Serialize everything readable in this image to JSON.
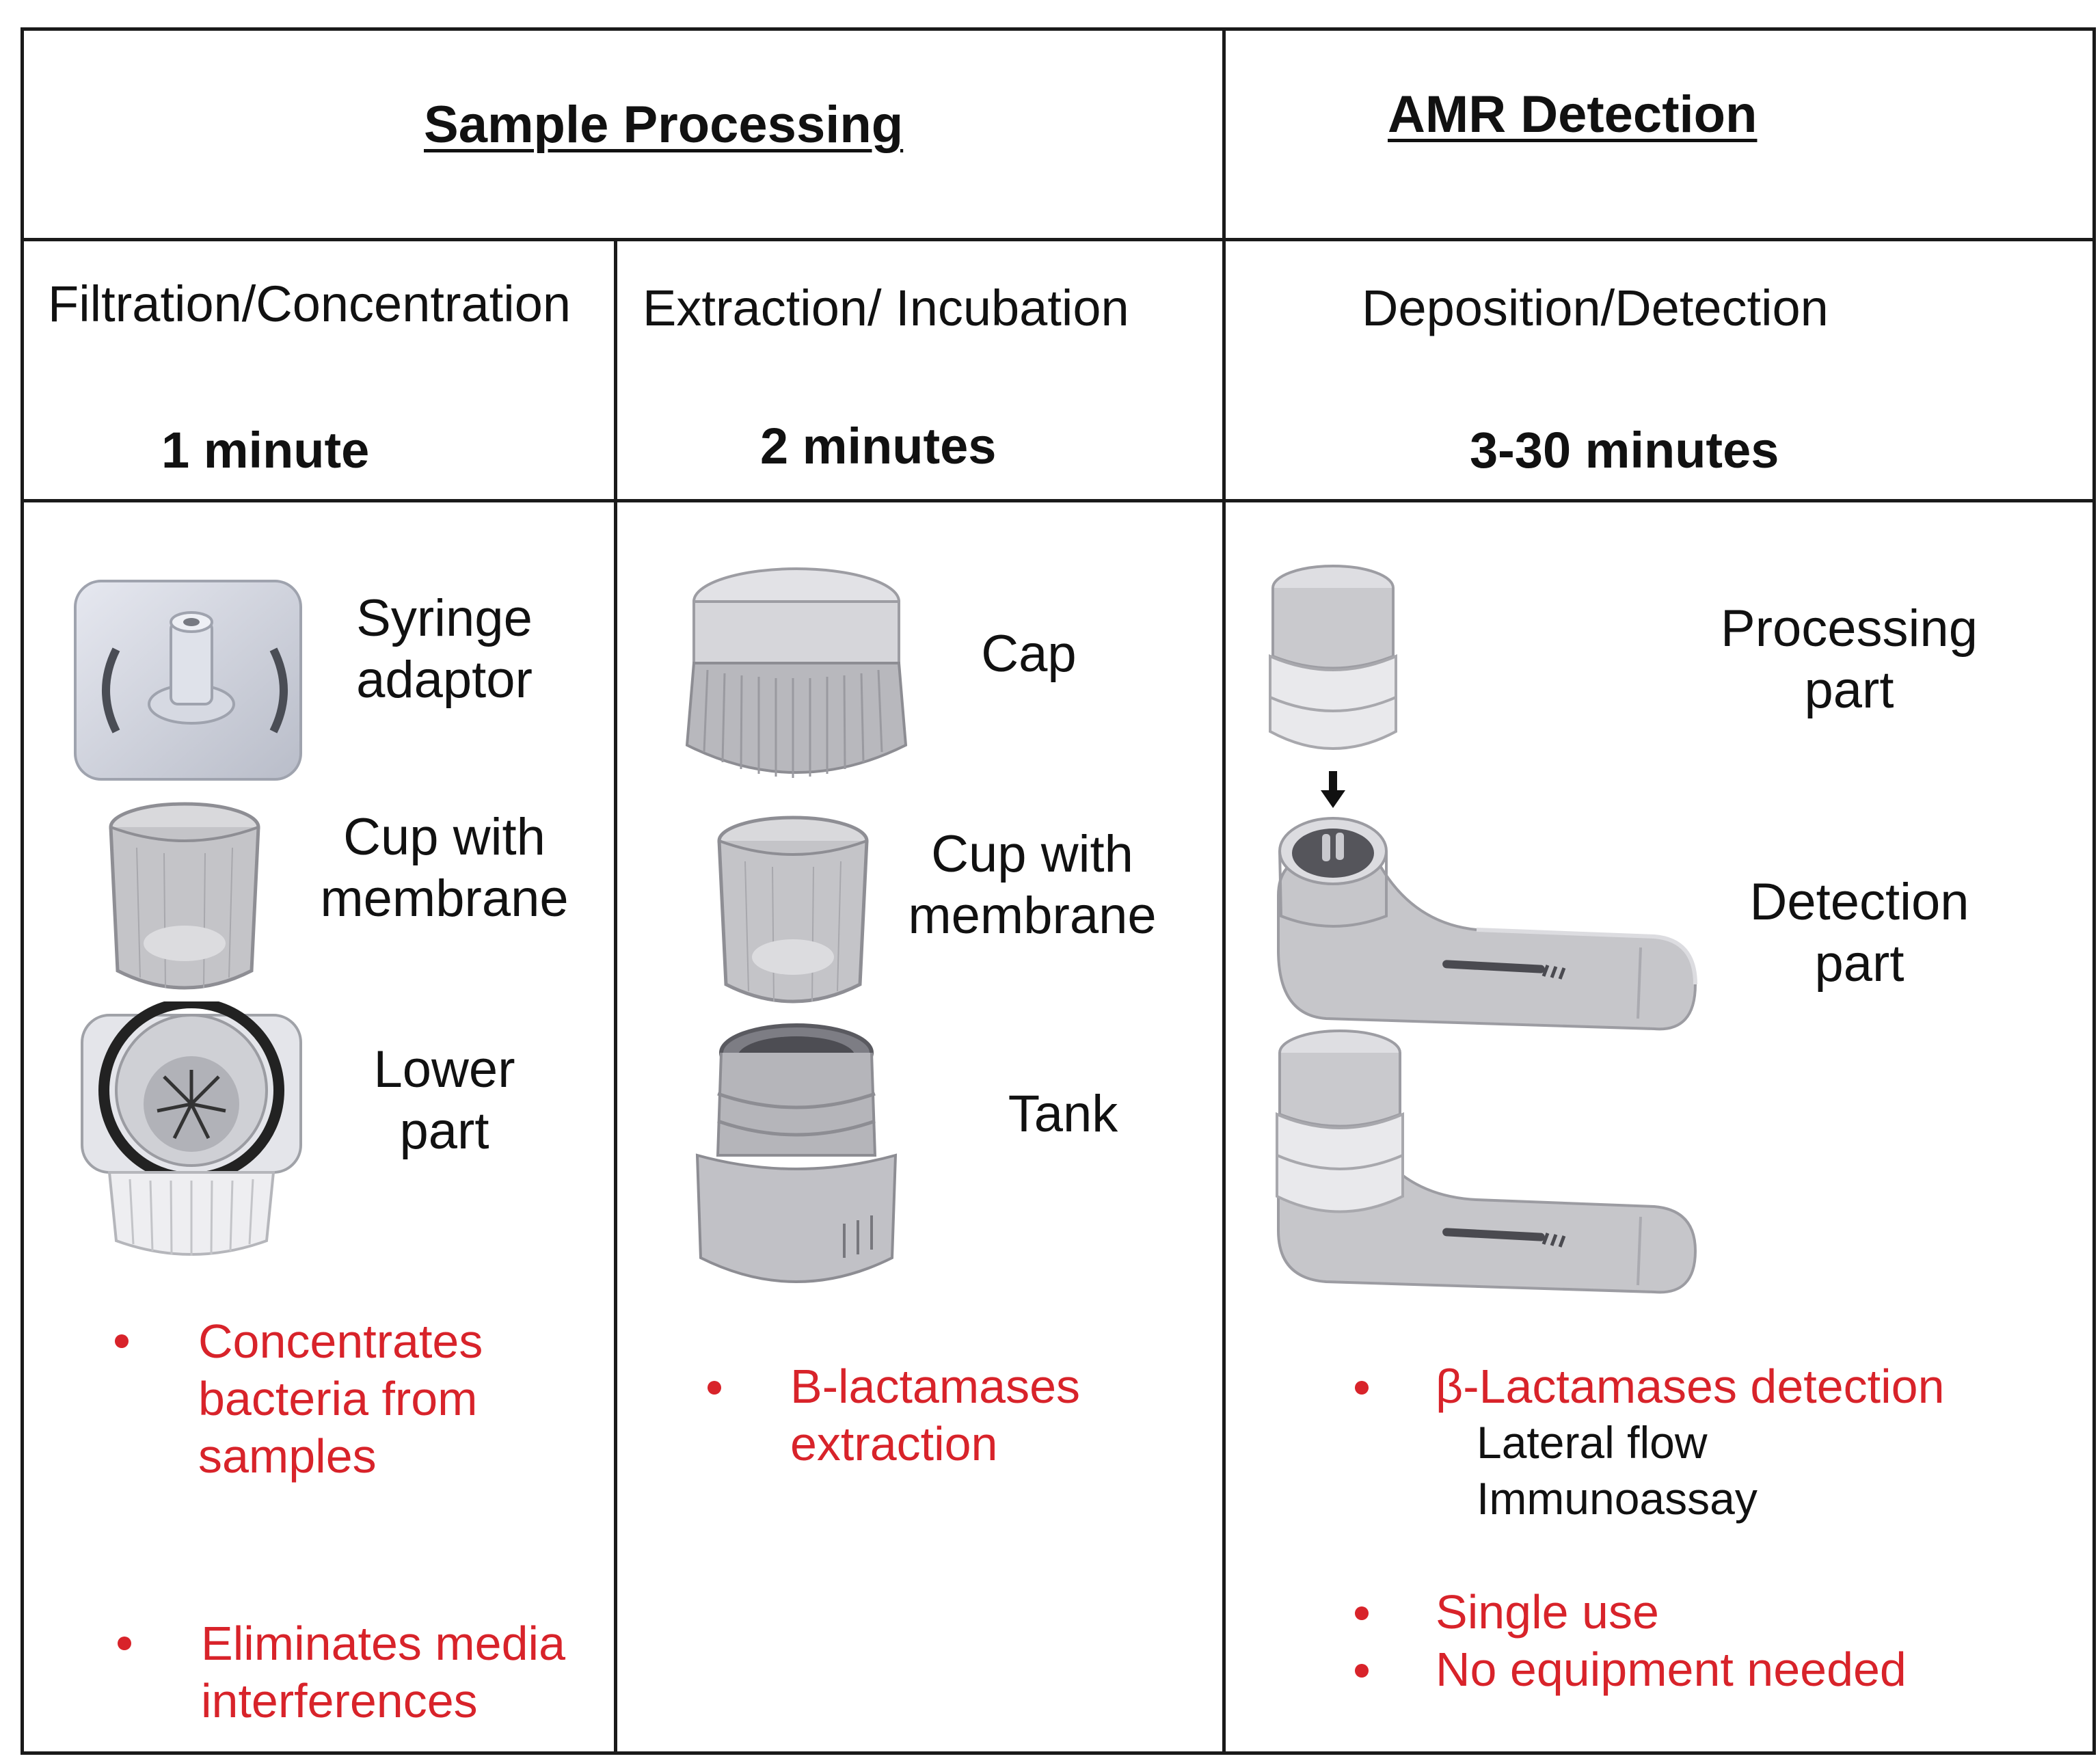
{
  "sections": {
    "sample_processing": "Sample Processing",
    "amr_detection": "AMR Detection"
  },
  "phases": [
    {
      "title": "Filtration/Concentration",
      "duration": "1 minute"
    },
    {
      "title": "Extraction/ Incubation",
      "duration": "2 minutes"
    },
    {
      "title": "Deposition/Detection",
      "duration": "3-30 minutes"
    }
  ],
  "col1": {
    "parts": [
      "Syringe\nadaptor",
      "Cup with\nmembrane",
      "Lower\npart"
    ],
    "bullets": [
      "Concentrates\nbacteria from\nsamples",
      "Eliminates media\ninterferences"
    ]
  },
  "col2": {
    "parts": [
      "Cap",
      "Cup with\nmembrane",
      "Tank"
    ],
    "bullets": [
      "B-lactamases\nextraction"
    ]
  },
  "col3": {
    "parts": [
      "Processing\npart",
      "Detection\npart"
    ],
    "bullets": [
      "β-Lactamases detection",
      "Single use",
      "No equipment needed"
    ],
    "sub_lines": [
      "Lateral flow",
      "Immunoassay"
    ]
  },
  "colors": {
    "accent_red": "#d8232a",
    "line": "#1a1a1a",
    "device_grey": "#c9c9cc"
  }
}
